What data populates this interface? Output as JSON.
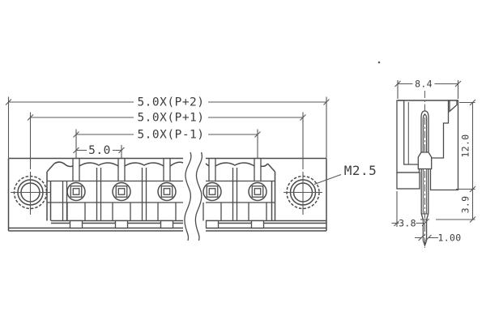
{
  "drawing": {
    "background": "#ffffff",
    "line_color": "#4b4b4b",
    "front_view": {
      "dim_overall": "5.0X(P+2)",
      "dim_mounting": "5.0X(P+1)",
      "dim_pole_span": "5.0X(P-1)",
      "dim_pitch": "5.0",
      "screw_thread_label": "M2.5",
      "pin_count": 5,
      "mount_hole_count": 2
    },
    "side_view": {
      "dim_body_width": "8.4",
      "dim_body_height": "12.0",
      "dim_pin_shoulder": "3.9",
      "dim_pin_offset": "3.8",
      "dim_pin_width": "1.00"
    }
  }
}
